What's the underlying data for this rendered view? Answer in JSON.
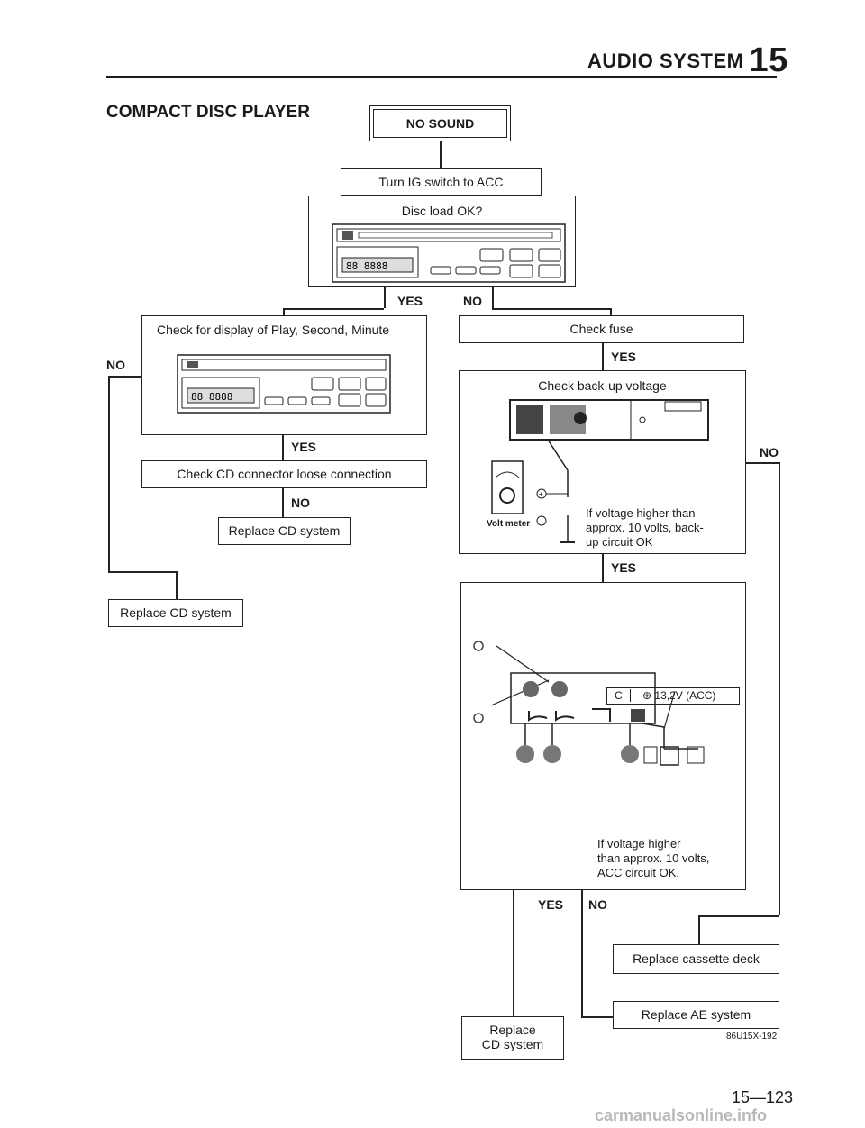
{
  "header": {
    "section_title": "AUDIO SYSTEM",
    "chapter_number": "15"
  },
  "section": {
    "title": "COMPACT DISC PLAYER"
  },
  "flow": {
    "start": "NO SOUND",
    "step1": "Turn IG switch to ACC",
    "question1": "Disc load OK?",
    "yes": "YES",
    "no": "NO",
    "check_display": "Check for display of Play, Second, Minute",
    "check_connector": "Check CD connector loose connection",
    "replace_cd_1": "Replace CD system",
    "replace_cd_2": "Replace CD system",
    "replace_cd_3_line1": "Replace",
    "replace_cd_3_line2": "CD system",
    "check_fuse": "Check fuse",
    "check_backup": "Check back-up voltage",
    "volt_meter": "Volt meter",
    "backup_note_1": "If voltage higher than",
    "backup_note_2": "approx. 10 volts, back-",
    "backup_note_3": "up circuit OK",
    "acc_label": "⊕ 13,2V (ACC)",
    "acc_connector": "C",
    "acc_note_1": "If voltage higher",
    "acc_note_2": "than approx. 10 volts,",
    "acc_note_3": "ACC circuit OK.",
    "replace_cassette": "Replace cassette deck",
    "replace_ae": "Replace AE system"
  },
  "figure_code": "86U15X-192",
  "page_number": "15—123",
  "watermark": "carmanualsonline.info"
}
